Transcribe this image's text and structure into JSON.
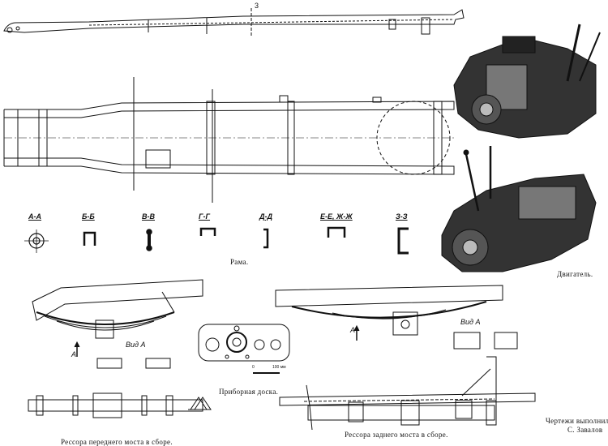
{
  "sections": [
    "А-А",
    "Б-Б",
    "В-В",
    "Г-Г",
    "Д-Д",
    "Е-Е, Ж-Ж",
    "З-З"
  ],
  "captions": {
    "frame": "Рама.",
    "engine": "Двигатель.",
    "dashboard": "Приборная доска.",
    "front_spring": "Рессора переднего моста в сборе.",
    "rear_spring": "Рессора заднего моста в сборе.",
    "credit_line1": "Чертежи выполнил",
    "credit_line2": "С. Завалов"
  },
  "views": {
    "front_view_a": "Вид А",
    "rear_view_a": "Вид А",
    "arrow_a": "А",
    "section_3": "3"
  },
  "scale_bar": {
    "zero": "0",
    "end": "100 мм"
  }
}
